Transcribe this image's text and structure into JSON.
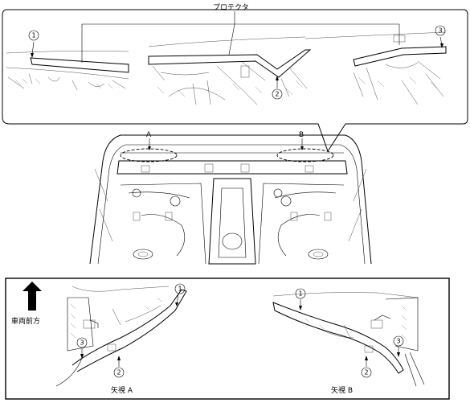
{
  "top_panel": {
    "part_name": "プロテクタ",
    "callouts": [
      "1",
      "2",
      "3"
    ]
  },
  "body_view": {
    "label_a": "A",
    "label_b": "B"
  },
  "bottom_panel": {
    "front_direction_label": "車両前方",
    "view_a_label": "矢視 A",
    "view_b_label": "矢視 B",
    "callouts": [
      "1",
      "2",
      "3"
    ]
  }
}
